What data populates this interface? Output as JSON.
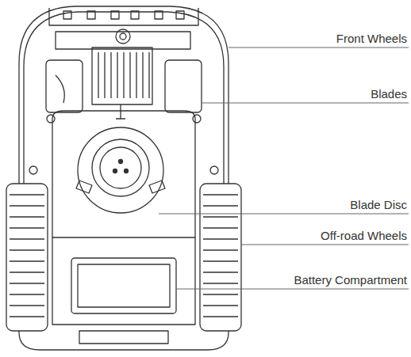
{
  "diagram": {
    "labels": [
      "Front Wheels",
      "Blades",
      "Blade Disc",
      "Off-road Wheels",
      "Battery Compartment"
    ]
  }
}
